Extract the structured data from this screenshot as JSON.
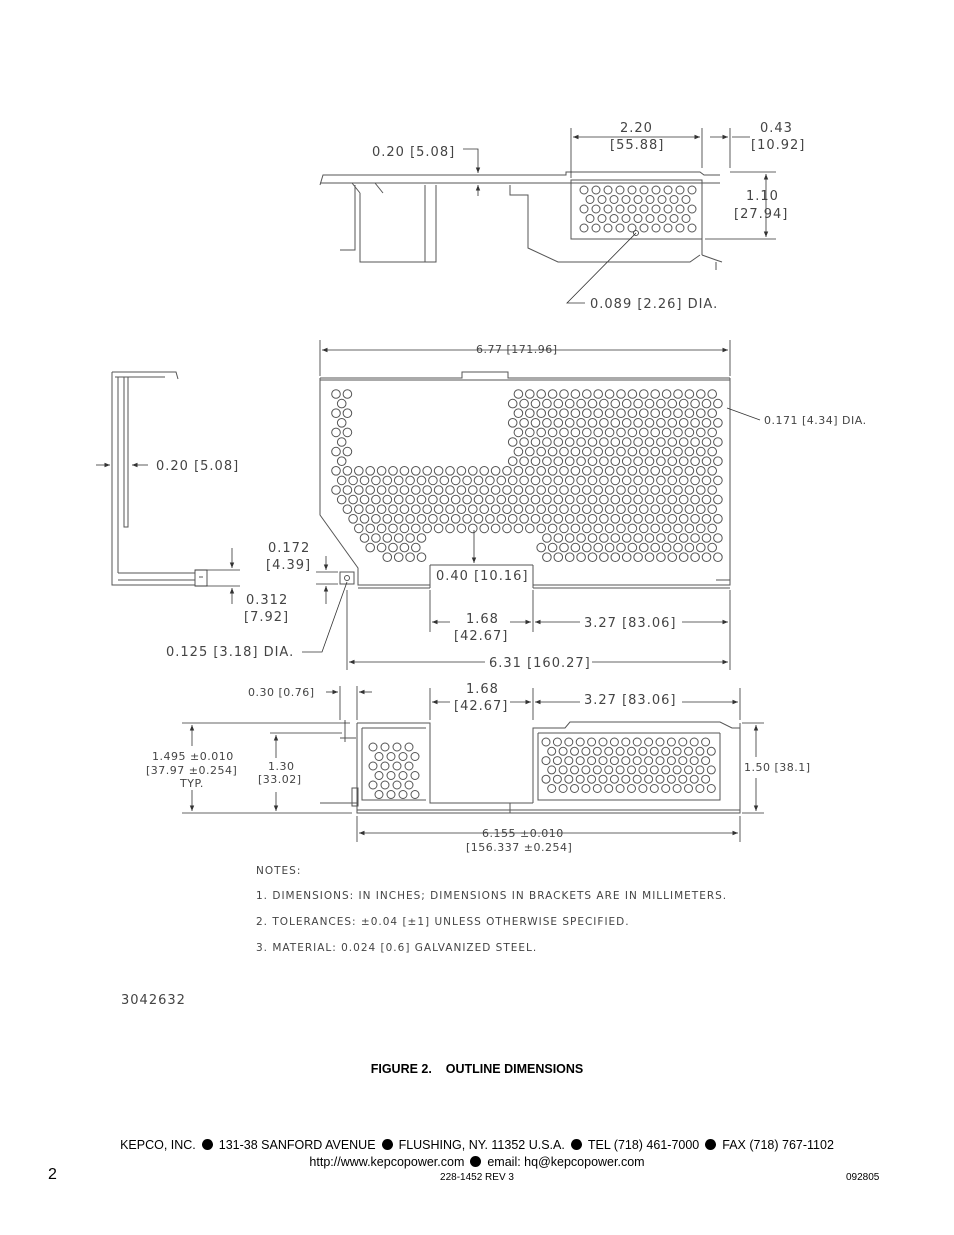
{
  "drawing": {
    "top_view": {
      "flange": "0.20 [5.08]",
      "width_in": "2.20",
      "width_mm": "[55.88]",
      "edge_in": "0.43",
      "edge_mm": "[10.92]",
      "height_in": "1.10",
      "height_mm": "[27.94]",
      "hole": "0.089 [2.26] DIA."
    },
    "front_view": {
      "overall": "6.77 [171.96]",
      "hole": "0.171 [4.34] DIA.",
      "side_flange": "0.20 [5.08]",
      "d1_in": "0.172",
      "d1_mm": "[4.39]",
      "d2_in": "0.312",
      "d2_mm": "[7.92]",
      "slot": "0.40 [10.16]",
      "left_in": "1.68",
      "left_mm": "[42.67]",
      "right": "3.27 [83.06]",
      "small_hole": "0.125 [3.18] DIA.",
      "span": "6.31 [160.27]"
    },
    "bottom_view": {
      "offset": "0.30 [0.76]",
      "left_in": "1.68",
      "left_mm": "[42.67]",
      "right": "3.27 [83.06]",
      "height_a_in": "1.495 ±0.010",
      "height_a_mm": "[37.97 ±0.254]",
      "height_a_typ": "TYP.",
      "height_b_in": "1.30",
      "height_b_mm": "[33.02]",
      "height_c": "1.50 [38.1]",
      "width_in": "6.155 ±0.010",
      "width_mm": "[156.337 ±0.254]"
    },
    "notes": {
      "heading": "NOTES:",
      "n1": "1.  DIMENSIONS: IN INCHES; DIMENSIONS IN BRACKETS ARE IN MILLIMETERS.",
      "n2": "2. TOLERANCES: ±0.04 [±1] UNLESS OTHERWISE SPECIFIED.",
      "n3": "3. MATERIAL: 0.024 [0.6] GALVANIZED STEEL."
    },
    "drawing_number": "3042632"
  },
  "caption": {
    "figure": "FIGURE 2.",
    "title": "OUTLINE DIMENSIONS"
  },
  "footer": {
    "company": "KEPCO, INC.",
    "address": "131-38 SANFORD AVENUE",
    "city": "FLUSHING, NY. 11352 U.S.A.",
    "tel": "TEL (718) 461-7000",
    "fax": "FAX (718) 767-1102",
    "web": "http://www.kepcopower.com",
    "email": "email: hq@kepcopower.com",
    "page_number": "2",
    "doc_number": "228-1452 REV 3",
    "date_code": "092805"
  }
}
